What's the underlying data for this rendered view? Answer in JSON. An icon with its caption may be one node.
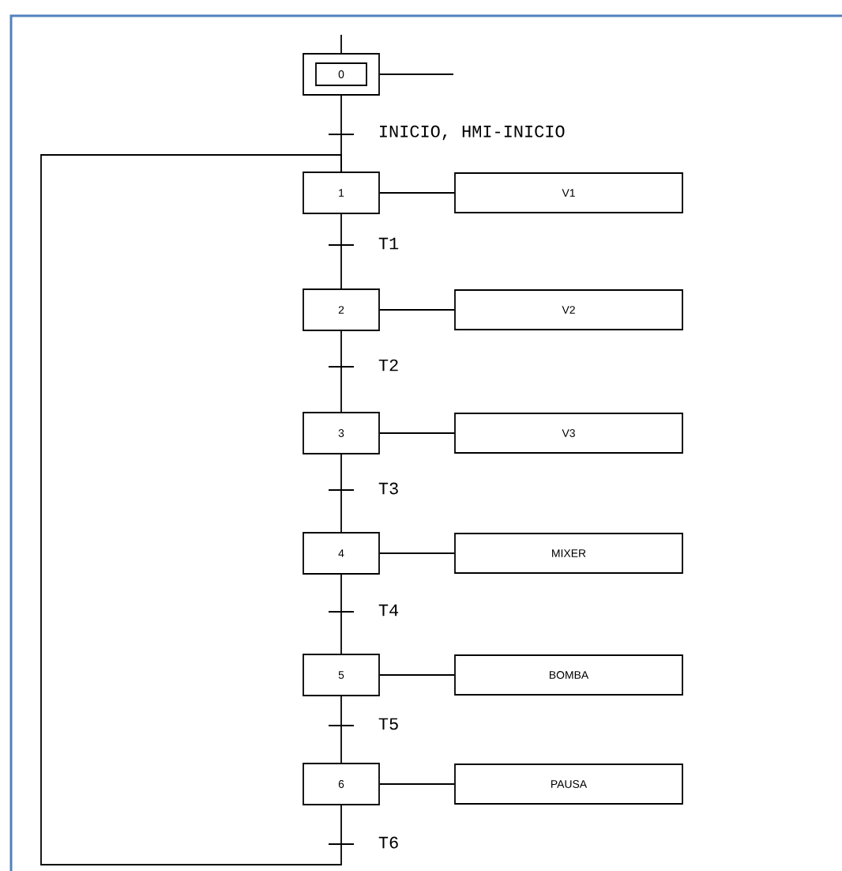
{
  "diagram": {
    "nodes": [
      {
        "text": [
          "0"
        ]
      },
      {
        "text": [
          "1"
        ]
      },
      {
        "text": [
          "2"
        ]
      },
      {
        "text": [
          "3"
        ]
      },
      {
        "text": [
          "4"
        ]
      },
      {
        "text": [
          "5"
        ]
      },
      {
        "text": [
          "6"
        ]
      },
      {
        "text": [
          "V1"
        ]
      },
      {
        "text": [
          "V2"
        ]
      },
      {
        "text": [
          "V3"
        ]
      },
      {
        "text": [
          "MIXER"
        ]
      },
      {
        "text": [
          "BOMBA"
        ]
      },
      {
        "text": [
          "PAUSA"
        ]
      }
    ],
    "edges": [
      {
        "from": null,
        "to": 0,
        "arrow": "none"
      },
      {
        "from": 0,
        "to": null,
        "arrow": "none"
      },
      {
        "from": 0,
        "to": 1,
        "arrow": "none",
        "label": "INICIO, HMI-INICIO"
      },
      {
        "from": 1,
        "to": 2,
        "arrow": "none",
        "label": "T1"
      },
      {
        "from": 2,
        "to": 3,
        "arrow": "none",
        "label": "T2"
      },
      {
        "from": 3,
        "to": 4,
        "arrow": "none",
        "label": "T3"
      },
      {
        "from": 4,
        "to": 5,
        "arrow": "none",
        "label": "T4"
      },
      {
        "from": 5,
        "to": 6,
        "arrow": "none",
        "label": "T5"
      },
      {
        "from": 6,
        "to": 1,
        "arrow": "none",
        "label": "T6"
      },
      {
        "from": 1,
        "to": 7,
        "arrow": "none"
      },
      {
        "from": 2,
        "to": 8,
        "arrow": "none"
      },
      {
        "from": 3,
        "to": 9,
        "arrow": "none"
      },
      {
        "from": 4,
        "to": 10,
        "arrow": "none"
      },
      {
        "from": 5,
        "to": 11,
        "arrow": "none"
      },
      {
        "from": 6,
        "to": 12,
        "arrow": "none"
      }
    ]
  }
}
